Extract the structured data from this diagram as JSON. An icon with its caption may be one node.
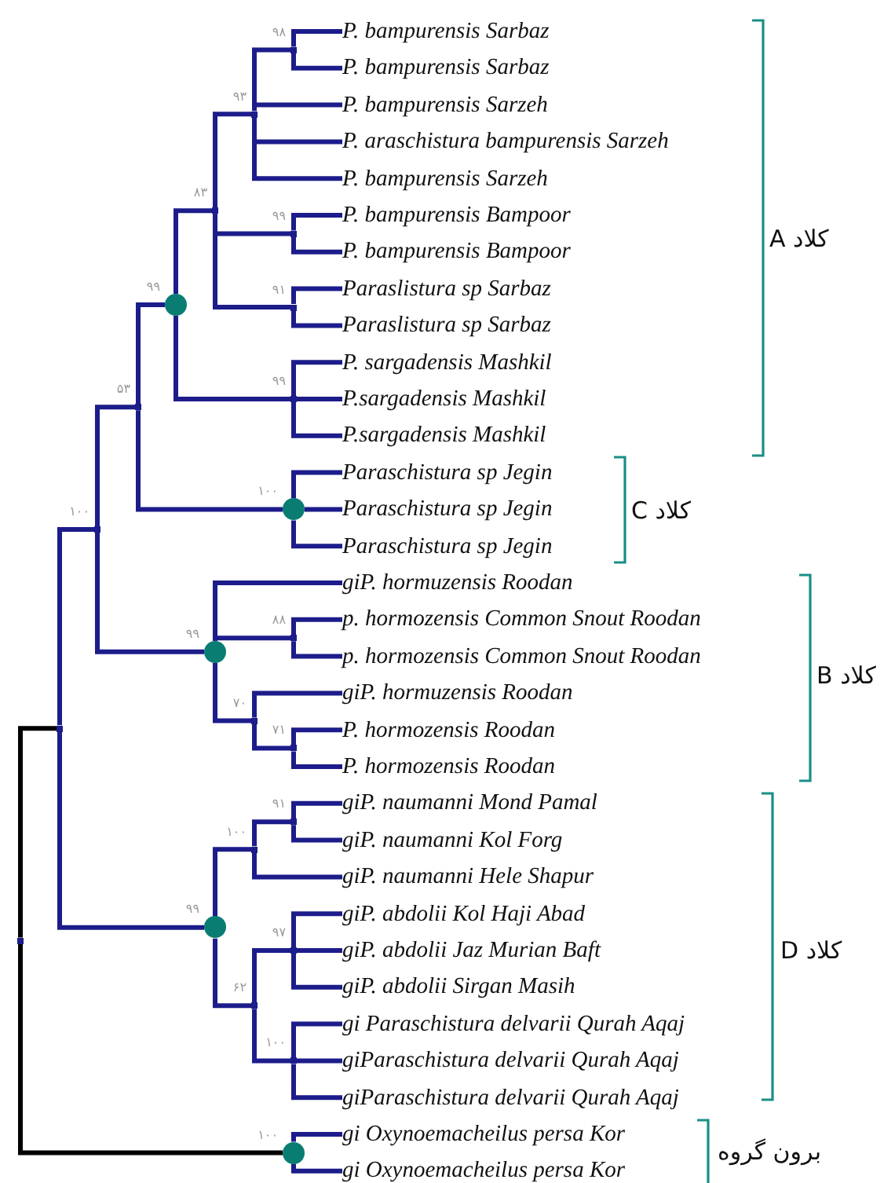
{
  "diagram": {
    "nodes": [
      {
        "text": [
          "P. bampurensis Sarbaz"
        ]
      },
      {
        "text": [
          "P. bampurensis Sarbaz"
        ]
      },
      {
        "text": [
          "P. bampurensis Sarzeh"
        ]
      },
      {
        "text": [
          "P. araschistura bampurensis Sarzeh"
        ]
      },
      {
        "text": [
          "P. bampurensis Sarzeh"
        ]
      },
      {
        "text": [
          "P. bampurensis Bampoor"
        ]
      },
      {
        "text": [
          "P. bampurensis Bampoor"
        ]
      },
      {
        "text": [
          "Paraslistura sp Sarbaz"
        ]
      },
      {
        "text": [
          "Paraslistura sp Sarbaz"
        ]
      },
      {
        "text": [
          "P. sargadensis Mashkil"
        ]
      },
      {
        "text": [
          "P.sargadensis Mashkil"
        ]
      },
      {
        "text": [
          "P.sargadensis Mashkil"
        ]
      },
      {
        "text": [
          "Paraschistura sp Jegin"
        ]
      },
      {
        "text": [
          "Paraschistura sp Jegin"
        ]
      },
      {
        "text": [
          "Paraschistura sp Jegin"
        ]
      },
      {
        "text": [
          "giP. hormuzensis Roodan"
        ]
      },
      {
        "text": [
          "p. hormozensis Common Snout Roodan"
        ]
      },
      {
        "text": [
          "p. hormozensis Common Snout Roodan"
        ]
      },
      {
        "text": [
          "giP. hormuzensis Roodan"
        ]
      },
      {
        "text": [
          "P. hormozensis Roodan"
        ]
      },
      {
        "text": [
          "P. hormozensis Roodan"
        ]
      },
      {
        "text": [
          "giP. naumanni Mond Pamal"
        ]
      },
      {
        "text": [
          "giP. naumanni Kol Forg"
        ]
      },
      {
        "text": [
          "giP. naumanni Hele Shapur"
        ]
      },
      {
        "text": [
          "giP. abdolii Kol Haji Abad"
        ]
      },
      {
        "text": [
          "giP. abdolii Jaz Murian Baft"
        ]
      },
      {
        "text": [
          "giP. abdolii Sirgan Masih"
        ]
      },
      {
        "text": [
          "gi Paraschistura delvarii Qurah Aqaj"
        ]
      },
      {
        "text": [
          "giParaschistura delvarii Qurah Aqaj"
        ]
      },
      {
        "text": [
          "giParaschistura delvarii Qurah Aqaj"
        ]
      },
      {
        "text": [
          "gi Oxynoemacheilus persa Kor"
        ]
      },
      {
        "text": [
          "gi Oxynoemacheilus persa Kor"
        ]
      },
      {
        "text": [],
        "shape": "junction"
      },
      {
        "text": [],
        "shape": "junction"
      },
      {
        "text": [],
        "shape": "circle",
        "beside": [
          "۱۰۰"
        ]
      },
      {
        "text": [],
        "shape": "junction",
        "beside": [
          "۱۰۰"
        ]
      },
      {
        "text": [],
        "shape": "circle",
        "beside": [
          "۹۹"
        ]
      },
      {
        "text": [],
        "shape": "junction",
        "beside": [
          "۵۳"
        ]
      },
      {
        "text": [],
        "shape": "circle",
        "beside": [
          "۹۹"
        ]
      },
      {
        "text": [],
        "shape": "circle",
        "beside": [
          "۹۹"
        ]
      },
      {
        "text": [],
        "shape": "circle",
        "beside": [
          "۱۰۰"
        ]
      },
      {
        "text": [],
        "shape": "junction",
        "beside": [
          "۸۳"
        ]
      },
      {
        "text": [],
        "shape": "junction",
        "beside": [
          "۹۹"
        ]
      },
      {
        "text": [],
        "shape": "junction",
        "beside": [
          "۹۳"
        ]
      },
      {
        "text": [],
        "shape": "junction",
        "beside": [
          "۹۸"
        ]
      },
      {
        "text": [],
        "shape": "junction",
        "beside": [
          "۹۹"
        ]
      },
      {
        "text": [],
        "shape": "junction",
        "beside": [
          "۹۱"
        ]
      },
      {
        "text": [],
        "shape": "junction",
        "beside": [
          "۸۸"
        ]
      },
      {
        "text": [],
        "shape": "junction",
        "beside": [
          "۷۰"
        ]
      },
      {
        "text": [],
        "shape": "junction",
        "beside": [
          "۷۱"
        ]
      },
      {
        "text": [],
        "shape": "junction",
        "beside": [
          "۱۰۰"
        ]
      },
      {
        "text": [],
        "shape": "junction",
        "beside": [
          "۹۱"
        ]
      },
      {
        "text": [],
        "shape": "junction",
        "beside": [
          "۶۲"
        ]
      },
      {
        "text": [],
        "shape": "junction",
        "beside": [
          "۹۷"
        ]
      },
      {
        "text": [],
        "shape": "junction",
        "beside": [
          "۱۰۰"
        ]
      }
    ],
    "edges": [
      {
        "from": 32,
        "to": 33,
        "arrow": "none",
        "color": "#000000"
      },
      {
        "from": 32,
        "to": 34,
        "arrow": "none",
        "color": "#000000"
      },
      {
        "from": 33,
        "to": 35,
        "arrow": "none"
      },
      {
        "from": 33,
        "to": 36,
        "arrow": "none"
      },
      {
        "from": 34,
        "to": 30,
        "arrow": "none"
      },
      {
        "from": 34,
        "to": 31,
        "arrow": "none"
      },
      {
        "from": 35,
        "to": 37,
        "arrow": "none"
      },
      {
        "from": 35,
        "to": 38,
        "arrow": "none"
      },
      {
        "from": 37,
        "to": 39,
        "arrow": "none"
      },
      {
        "from": 37,
        "to": 40,
        "arrow": "none"
      },
      {
        "from": 39,
        "to": 41,
        "arrow": "none"
      },
      {
        "from": 39,
        "to": 42,
        "arrow": "none"
      },
      {
        "from": 41,
        "to": 43,
        "arrow": "none"
      },
      {
        "from": 41,
        "to": 45,
        "arrow": "none"
      },
      {
        "from": 41,
        "to": 46,
        "arrow": "none"
      },
      {
        "from": 43,
        "to": 44,
        "arrow": "none"
      },
      {
        "from": 43,
        "to": 2,
        "arrow": "none"
      },
      {
        "from": 43,
        "to": 3,
        "arrow": "none"
      },
      {
        "from": 43,
        "to": 4,
        "arrow": "none"
      },
      {
        "from": 44,
        "to": 0,
        "arrow": "none"
      },
      {
        "from": 44,
        "to": 1,
        "arrow": "none"
      },
      {
        "from": 45,
        "to": 5,
        "arrow": "none"
      },
      {
        "from": 45,
        "to": 6,
        "arrow": "none"
      },
      {
        "from": 46,
        "to": 7,
        "arrow": "none"
      },
      {
        "from": 46,
        "to": 8,
        "arrow": "none"
      },
      {
        "from": 42,
        "to": 9,
        "arrow": "none"
      },
      {
        "from": 42,
        "to": 10,
        "arrow": "none"
      },
      {
        "from": 42,
        "to": 11,
        "arrow": "none"
      },
      {
        "from": 40,
        "to": 12,
        "arrow": "none"
      },
      {
        "from": 40,
        "to": 13,
        "arrow": "none"
      },
      {
        "from": 40,
        "to": 14,
        "arrow": "none"
      },
      {
        "from": 38,
        "to": 15,
        "arrow": "none"
      },
      {
        "from": 38,
        "to": 47,
        "arrow": "none"
      },
      {
        "from": 38,
        "to": 48,
        "arrow": "none"
      },
      {
        "from": 47,
        "to": 16,
        "arrow": "none"
      },
      {
        "from": 47,
        "to": 17,
        "arrow": "none"
      },
      {
        "from": 48,
        "to": 18,
        "arrow": "none"
      },
      {
        "from": 48,
        "to": 49,
        "arrow": "none"
      },
      {
        "from": 49,
        "to": 19,
        "arrow": "none"
      },
      {
        "from": 49,
        "to": 20,
        "arrow": "none"
      },
      {
        "from": 36,
        "to": 50,
        "arrow": "none"
      },
      {
        "from": 36,
        "to": 52,
        "arrow": "none"
      },
      {
        "from": 50,
        "to": 51,
        "arrow": "none"
      },
      {
        "from": 50,
        "to": 23,
        "arrow": "none"
      },
      {
        "from": 51,
        "to": 21,
        "arrow": "none"
      },
      {
        "from": 51,
        "to": 22,
        "arrow": "none"
      },
      {
        "from": 52,
        "to": 53,
        "arrow": "none"
      },
      {
        "from": 52,
        "to": 54,
        "arrow": "none"
      },
      {
        "from": 53,
        "to": 24,
        "arrow": "none"
      },
      {
        "from": 53,
        "to": 25,
        "arrow": "none"
      },
      {
        "from": 53,
        "to": 26,
        "arrow": "none"
      },
      {
        "from": 54,
        "to": 27,
        "arrow": "none"
      },
      {
        "from": 54,
        "to": 28,
        "arrow": "none"
      },
      {
        "from": 54,
        "to": 29,
        "arrow": "none"
      }
    ],
    "labels": [
      "کلاد A",
      "کلاد C",
      "کلاد B",
      "کلاد D",
      "برون گروه"
    ]
  }
}
